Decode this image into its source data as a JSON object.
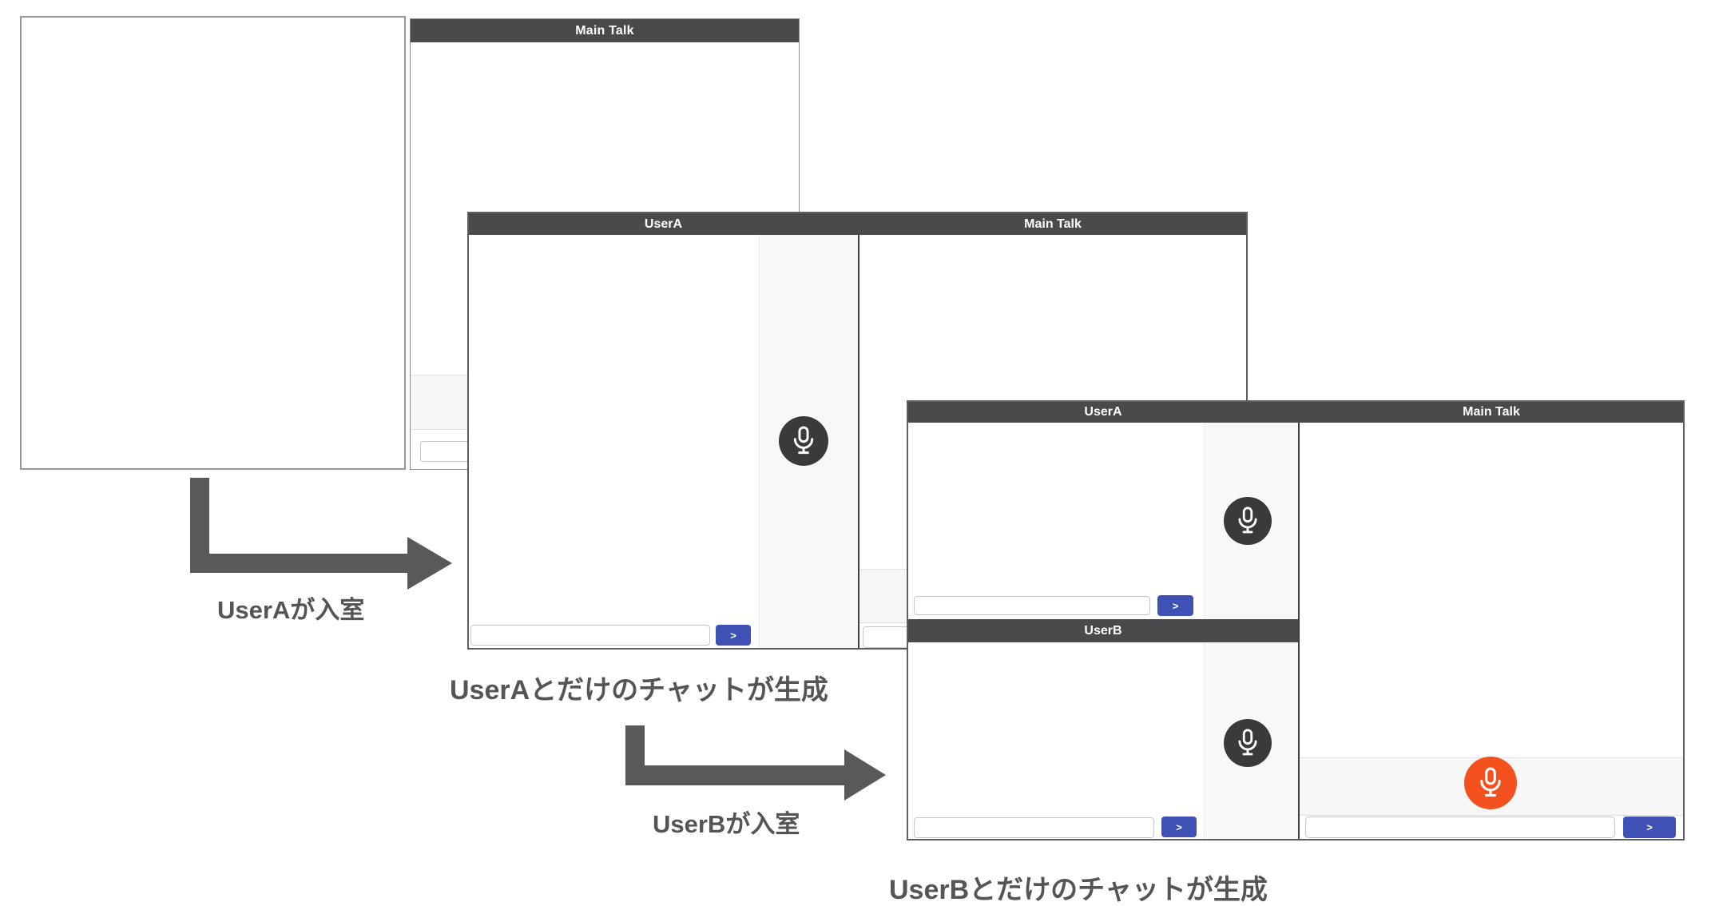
{
  "ui": {
    "send_label": ">",
    "input_value": "",
    "input_placeholder": "",
    "colors": {
      "header_bar": "#4a4a4a",
      "panel_divider": "#3f3f3f",
      "mic_dark": "#3a3a3a",
      "mic_orange": "#f4511e",
      "send_blue": "#3f51b5",
      "footer_gray": "#f7f7f7",
      "strip_gray": "#f8f8f8",
      "arrow_gray": "#595959"
    }
  },
  "stage1": {
    "main_talk": {
      "title": "Main Talk",
      "input_value": ""
    }
  },
  "stage2": {
    "user_a": {
      "title": "UserA",
      "input_value": "",
      "mic": "mic-icon"
    },
    "main_talk": {
      "title": "Main Talk",
      "input_value": ""
    }
  },
  "stage3": {
    "user_a": {
      "title": "UserA",
      "input_value": "",
      "mic": "mic-icon"
    },
    "user_b": {
      "title": "UserB",
      "input_value": "",
      "mic": "mic-icon"
    },
    "main_talk": {
      "title": "Main Talk",
      "input_value": "",
      "mic": "mic-icon"
    }
  },
  "flow": {
    "step1_label": "UserAが入室",
    "step1_caption": "UserAとだけのチャットが生成",
    "step2_label": "UserBが入室",
    "step2_caption": "UserBとだけのチャットが生成"
  }
}
